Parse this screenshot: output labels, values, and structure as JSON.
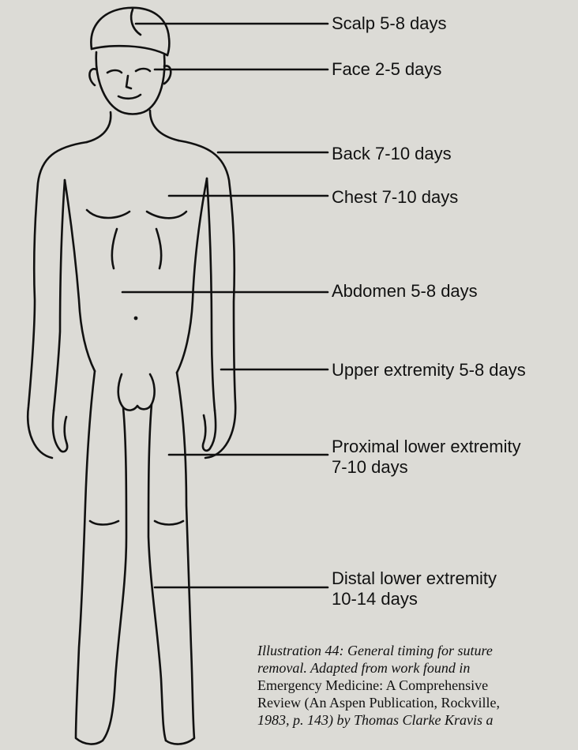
{
  "labels": {
    "scalp": "Scalp 5-8 days",
    "face": "Face 2-5 days",
    "back": "Back 7-10 days",
    "chest": "Chest 7-10 days",
    "abdomen": "Abdomen 5-8 days",
    "upper_extremity": "Upper extremity 5-8 days",
    "proximal_lower_line1": "Proximal lower extremity",
    "proximal_lower_line2": "7-10 days",
    "distal_lower_line1": "Distal lower extremity",
    "distal_lower_line2": "10-14 days"
  },
  "caption": {
    "line1": "Illustration 44: General timing for suture",
    "line2": "removal. Adapted from work found in",
    "line3": "Emergency Medicine: A Comprehensive",
    "line4": "Review (An Aspen Publication, Rockville,",
    "line5": "1983, p. 143) by Thomas Clarke Kravis a"
  },
  "colors": {
    "background": "#dcdbd6",
    "ink": "#111111"
  }
}
